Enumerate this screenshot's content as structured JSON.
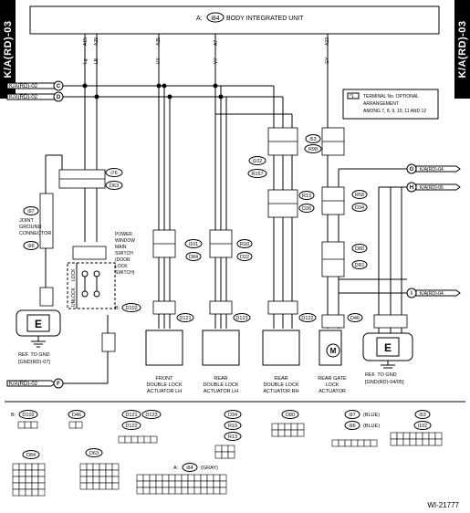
{
  "tabs": {
    "left": "K/A(RD)-03",
    "right": "K/A(RD)-03"
  },
  "unit": {
    "conn": "i84",
    "prefix": "A:",
    "name": "BODY INTEGRATED UNIT"
  },
  "top_pins": {
    "p1": {
      "num": "A15",
      "wire": "Lg"
    },
    "p2": {
      "num": "A29",
      "wire": "LB"
    },
    "p3": {
      "num": "A25",
      "wire": "VY"
    },
    "p4": {
      "num": "A7",
      "wire": "VY"
    },
    "p5": {
      "num": "A23",
      "wire": "GY"
    }
  },
  "refs": {
    "c": "C",
    "d": "D",
    "e": "E",
    "f": "F",
    "g": "G",
    "h": "H",
    "i": "I",
    "rd02": "K/A(RD)-02",
    "rd04": "K/A(RD)-04",
    "rd06": "K/A(RD)-06"
  },
  "note": {
    "key": "*1",
    "lines": [
      "TERMINAL No. OPTIONAL",
      "ARRANGEMENT",
      "AMONG 7, 8, 9, 10, 11 AND 12"
    ]
  },
  "connectors": {
    "i76": "i76",
    "d63": "D63",
    "i97": "i97",
    "i96": "i96",
    "i53": "i53",
    "r98": "R98",
    "i102": "i102",
    "r167": "R167",
    "r13": "R13",
    "d26": "D26",
    "r58": "R58",
    "d34": "D34",
    "i101": "i101",
    "d84": "D84",
    "r10": "R10",
    "d22": "D22",
    "d80": "D80",
    "dr1": "DR1",
    "d121": "D121",
    "d123": "D123",
    "d122": "D122",
    "d46": "D46",
    "d102": "D102",
    "b_prefix": "B:"
  },
  "labels": {
    "joint": [
      "JOINT",
      "GROUND",
      "CONNECTOR"
    ],
    "switch": [
      "POWER",
      "WINDOW",
      "MAIN",
      "SWITCH",
      "(DOOR",
      "LOCK",
      "SWITCH)"
    ],
    "lock": "LOCK",
    "unlock": "UNLOCK",
    "gnd_left": [
      "REF. TO GND",
      "[GND(RD)-07]"
    ],
    "gnd_right": [
      "REF. TO GND",
      "[GND(RD)-04/05]"
    ],
    "e": "E",
    "motor": "M",
    "actuators": [
      [
        "FRONT",
        "DOUBLE LOCK",
        "ACTUATOR LH"
      ],
      [
        "REAR",
        "DOUBLE LOCK",
        "ACTUATOR LH"
      ],
      [
        "REAR",
        "DOUBLE LOCK",
        "ACTUATOR RH"
      ],
      [
        "REAR GATE",
        "LOCK",
        "ACTUATOR"
      ]
    ]
  },
  "legend": {
    "b_d102": "D102",
    "d46": "D46",
    "d121": "D121",
    "d123": "D123",
    "d122": "D122",
    "d34": "D34",
    "r10": "R10",
    "r13": "R13",
    "d80": "D80",
    "i97": "i97",
    "i96": "i96",
    "blue": "(BLUE)",
    "i53": "i53",
    "i102": "i102",
    "d84": "D84",
    "d63": "D63",
    "a_i84": "i84",
    "gray": "(GRAY)"
  },
  "watermark": "WI-21777"
}
